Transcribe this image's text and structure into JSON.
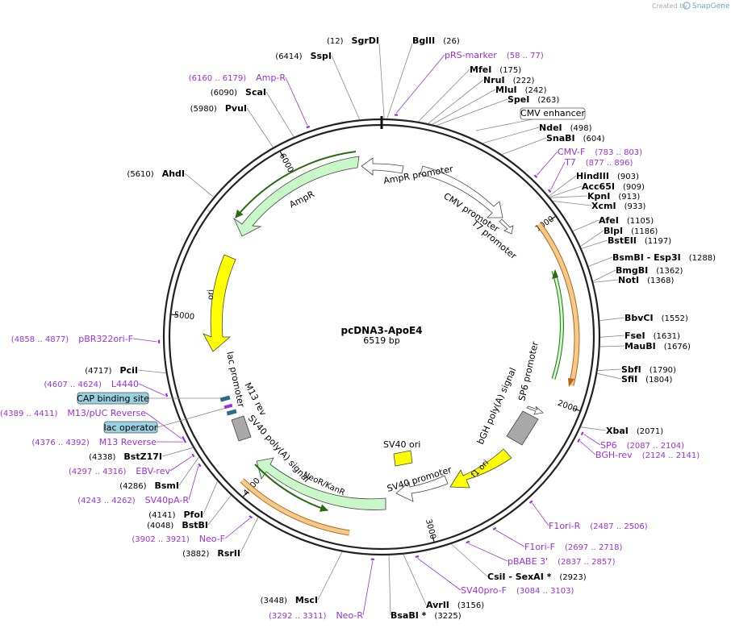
{
  "brand": {
    "prefix": "Created by",
    "name": "SnapGene"
  },
  "plasmid": {
    "name": "pcDNA3-ApoE4",
    "size_label": "6519 bp",
    "length": 6519
  },
  "ticks": [
    {
      "pos": 1000,
      "label": "1000"
    },
    {
      "pos": 2000,
      "label": "2000"
    },
    {
      "pos": 3000,
      "label": "3000"
    },
    {
      "pos": 4000,
      "label": "4000"
    },
    {
      "pos": 5000,
      "label": "5000"
    },
    {
      "pos": 6000,
      "label": "6000"
    }
  ],
  "enzymes": [
    {
      "name": "SgrDI",
      "pos": 12,
      "pos_label": "(12)"
    },
    {
      "name": "BglII",
      "pos": 26,
      "pos_label": "(26)"
    },
    {
      "name": "MfeI",
      "pos": 175,
      "pos_label": "(175)"
    },
    {
      "name": "NruI",
      "pos": 222,
      "pos_label": "(222)"
    },
    {
      "name": "MluI",
      "pos": 242,
      "pos_label": "(242)"
    },
    {
      "name": "SpeI",
      "pos": 263,
      "pos_label": "(263)"
    },
    {
      "name": "NdeI",
      "pos": 498,
      "pos_label": "(498)"
    },
    {
      "name": "SnaBI",
      "pos": 604,
      "pos_label": "(604)"
    },
    {
      "name": "HindIII",
      "pos": 903,
      "pos_label": "(903)"
    },
    {
      "name": "Acc65I",
      "pos": 909,
      "pos_label": "(909)"
    },
    {
      "name": "KpnI",
      "pos": 913,
      "pos_label": "(913)"
    },
    {
      "name": "XcmI",
      "pos": 933,
      "pos_label": "(933)"
    },
    {
      "name": "AfeI",
      "pos": 1105,
      "pos_label": "(1105)"
    },
    {
      "name": "BlpI",
      "pos": 1186,
      "pos_label": "(1186)"
    },
    {
      "name": "BstEII",
      "pos": 1197,
      "pos_label": "(1197)"
    },
    {
      "name": "BsmBI - Esp3I",
      "pos": 1288,
      "pos_label": "(1288)"
    },
    {
      "name": "BmgBI",
      "pos": 1362,
      "pos_label": "(1362)"
    },
    {
      "name": "NotI",
      "pos": 1368,
      "pos_label": "(1368)"
    },
    {
      "name": "BbvCI",
      "pos": 1552,
      "pos_label": "(1552)"
    },
    {
      "name": "FseI",
      "pos": 1631,
      "pos_label": "(1631)"
    },
    {
      "name": "MauBI",
      "pos": 1676,
      "pos_label": "(1676)"
    },
    {
      "name": "SbfI",
      "pos": 1790,
      "pos_label": "(1790)"
    },
    {
      "name": "SfiI",
      "pos": 1804,
      "pos_label": "(1804)"
    },
    {
      "name": "XbaI",
      "pos": 2071,
      "pos_label": "(2071)"
    },
    {
      "name": "CsiI - SexAI *",
      "pos": 2923,
      "pos_label": "(2923)"
    },
    {
      "name": "AvrII",
      "pos": 3156,
      "pos_label": "(3156)"
    },
    {
      "name": "BsaBI *",
      "pos": 3225,
      "pos_label": "(3225)"
    },
    {
      "name": "MscI",
      "pos": 3448,
      "pos_label": "(3448)"
    },
    {
      "name": "RsrII",
      "pos": 3882,
      "pos_label": "(3882)"
    },
    {
      "name": "BstBI",
      "pos": 4048,
      "pos_label": "(4048)"
    },
    {
      "name": "PfoI",
      "pos": 4141,
      "pos_label": "(4141)"
    },
    {
      "name": "BsmI",
      "pos": 4286,
      "pos_label": "(4286)"
    },
    {
      "name": "BstZ17I",
      "pos": 4338,
      "pos_label": "(4338)"
    },
    {
      "name": "PciI",
      "pos": 4717,
      "pos_label": "(4717)"
    },
    {
      "name": "AhdI",
      "pos": 5610,
      "pos_label": "(5610)"
    },
    {
      "name": "PvuI",
      "pos": 5980,
      "pos_label": "(5980)"
    },
    {
      "name": "ScaI",
      "pos": 6090,
      "pos_label": "(6090)"
    },
    {
      "name": "SspI",
      "pos": 6414,
      "pos_label": "(6414)"
    }
  ],
  "primers": [
    {
      "name": "pRS-marker",
      "range": "(58 .. 77)",
      "start": 58,
      "end": 77
    },
    {
      "name": "CMV-F",
      "range": "(783 .. 803)",
      "start": 783,
      "end": 803
    },
    {
      "name": "T7",
      "range": "(877 .. 896)",
      "start": 877,
      "end": 896
    },
    {
      "name": "SP6",
      "range": "(2087 .. 2104)",
      "start": 2087,
      "end": 2104
    },
    {
      "name": "BGH-rev",
      "range": "(2124 .. 2141)",
      "start": 2124,
      "end": 2141
    },
    {
      "name": "F1ori-R",
      "range": "(2487 .. 2506)",
      "start": 2487,
      "end": 2506
    },
    {
      "name": "F1ori-F",
      "range": "(2697 .. 2718)",
      "start": 2697,
      "end": 2718
    },
    {
      "name": "pBABE 3'",
      "range": "(2837 .. 2857)",
      "start": 2837,
      "end": 2857
    },
    {
      "name": "SV40pro-F",
      "range": "(3084 .. 3103)",
      "start": 3084,
      "end": 3103
    },
    {
      "name": "Neo-R",
      "range": "(3292 .. 3311)",
      "start": 3292,
      "end": 3311
    },
    {
      "name": "Neo-F",
      "range": "(3902 .. 3921)",
      "start": 3902,
      "end": 3921
    },
    {
      "name": "SV40pA-R",
      "range": "(4243 .. 4262)",
      "start": 4243,
      "end": 4262
    },
    {
      "name": "EBV-rev",
      "range": "(4297 .. 4316)",
      "start": 4297,
      "end": 4316
    },
    {
      "name": "M13 Reverse",
      "range": "(4376 .. 4392)",
      "start": 4376,
      "end": 4392
    },
    {
      "name": "M13/pUC Reverse",
      "range": "(4389 .. 4411)",
      "start": 4389,
      "end": 4411
    },
    {
      "name": "L4440",
      "range": "(4607 .. 4624)",
      "start": 4607,
      "end": 4624
    },
    {
      "name": "pBR322ori-F",
      "range": "(4858 .. 4877)",
      "start": 4858,
      "end": 4877
    },
    {
      "name": "Amp-R",
      "range": "(6160 .. 6179)",
      "start": 6160,
      "end": 6179
    }
  ],
  "boxed_features": [
    {
      "name": "CMV enhancer"
    },
    {
      "name": "CAP binding site"
    },
    {
      "name": "lac operator"
    }
  ],
  "features": [
    {
      "name": "CMV promoter"
    },
    {
      "name": "T7 promoter"
    },
    {
      "name": "AmpR promoter"
    },
    {
      "name": "AmpR"
    },
    {
      "name": "ori"
    },
    {
      "name": "lac promoter"
    },
    {
      "name": "M13 rev"
    },
    {
      "name": "SV40 poly(A) signal"
    },
    {
      "name": "NeoR/KanR"
    },
    {
      "name": "SV40 promoter"
    },
    {
      "name": "SV40 ori"
    },
    {
      "name": "f1 ori"
    },
    {
      "name": "bGH poly(A) signal"
    },
    {
      "name": "SP6 promoter"
    }
  ],
  "colors": {
    "primer": "#9b30d9",
    "orf_inner": "#c8f7c8",
    "orf_outer": "#f5c98a",
    "ori": "#ffff00",
    "polyA": "#a9a9a9",
    "boxed": "#9ad1e0",
    "rule": "#222222"
  }
}
